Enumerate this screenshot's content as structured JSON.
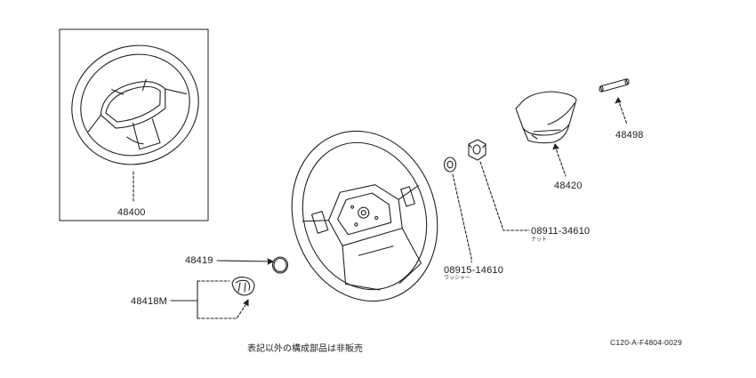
{
  "parts": {
    "wheel_assembly": "48400",
    "horn_pad": "48420",
    "pad_pin": "48498",
    "nut": "08911-34610",
    "nut_note": "ナット",
    "washer": "08915-14610",
    "washer_note": "ワッシャー",
    "emblem": "48419",
    "button": "48418M"
  },
  "footer": {
    "note": "表記以外の構成部品は非販売",
    "drawing_code": "C120-A-F4804-0029"
  }
}
